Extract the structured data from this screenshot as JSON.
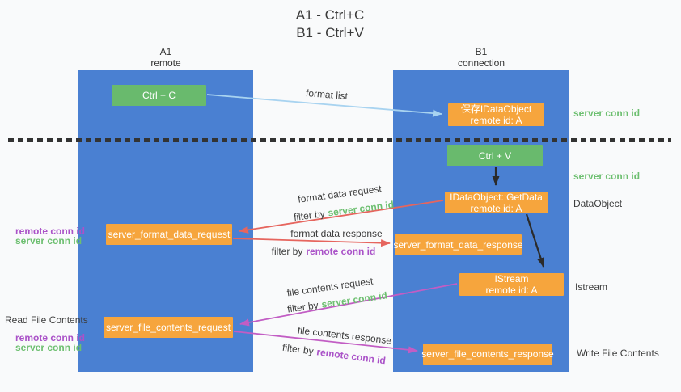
{
  "title": {
    "line1": "A1 - Ctrl+C",
    "line2": "B1 - Ctrl+V"
  },
  "lifelines": [
    {
      "name": "A1",
      "role": "remote"
    },
    {
      "name": "B1",
      "role": "connection"
    }
  ],
  "nodes": {
    "ctrl_c": {
      "label": "Ctrl + C"
    },
    "ctrl_v": {
      "label": "Ctrl + V"
    },
    "save_idataobject": {
      "line1": "保存IDataObject",
      "line2": "remote id: A"
    },
    "idataobject_getdata": {
      "line1": "IDataObject::GetData",
      "line2": "remote id: A"
    },
    "istream": {
      "line1": "IStream",
      "line2": "remote id: A"
    },
    "server_format_data_request": {
      "label": "server_format_data_request"
    },
    "server_format_data_response": {
      "label": "server_format_data_response"
    },
    "server_file_contents_request": {
      "label": "server_file_contents_request"
    },
    "server_file_contents_response": {
      "label": "server_file_contents_response"
    }
  },
  "arrow_labels": {
    "format_list": "format list",
    "format_data_request": "format data request",
    "format_data_response": "format data response",
    "file_contents_request": "file contents request",
    "file_contents_response": "file contents response",
    "filter_by": "filter by",
    "server_conn_id": "server conn id",
    "remote_conn_id": "remote conn id"
  },
  "side_labels": {
    "server_conn_id": "server conn id",
    "remote_conn_id": "remote conn id",
    "dataobject": "DataObject",
    "istream": "Istream",
    "read_file_contents": "Read File Contents",
    "write_file_contents": "Write File Contents"
  },
  "colors": {
    "page-bg": "#f9fafb",
    "column-blue": "#4a80d2",
    "box-green": "#69ba6d",
    "box-orange": "#f6a53d",
    "arrow-lightblue": "#a8d3f0",
    "arrow-black": "#2b2b2b",
    "arrow-red": "#e6655e",
    "arrow-purple": "#c25dc4",
    "text-green": "#6dbf70",
    "text-purple": "#aa52c8",
    "text-dark": "#3d3d3d"
  }
}
